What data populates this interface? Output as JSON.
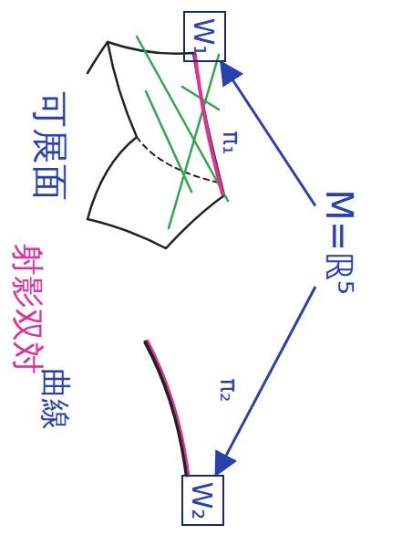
{
  "diagram": {
    "nodes": [
      {
        "text": [
          "M=ℝ⁵"
        ]
      },
      {
        "text": [
          "W₁"
        ]
      },
      {
        "text": [
          "W₂"
        ]
      }
    ],
    "edges": [
      {
        "from": 0,
        "to": 1,
        "label": "π₁",
        "arrow": "to"
      },
      {
        "from": 0,
        "to": 2,
        "label": "π₂",
        "arrow": "to"
      }
    ],
    "labels": [
      "可展面",
      "曲線",
      "射影双対"
    ]
  }
}
